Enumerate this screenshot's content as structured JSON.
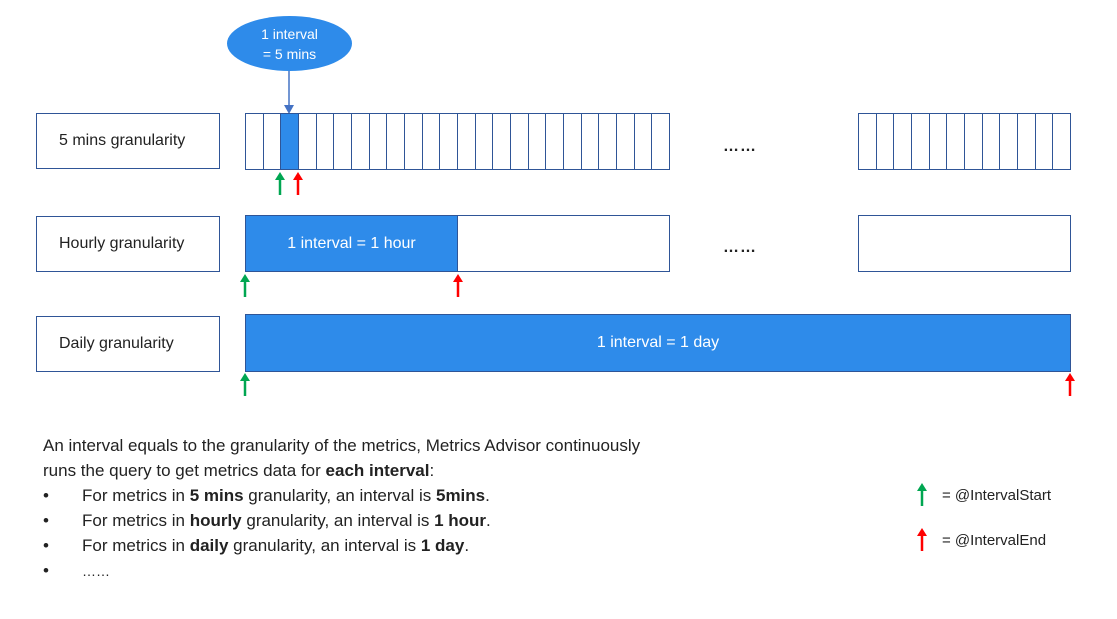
{
  "bubble": {
    "line1": "1 interval",
    "line2": "= 5 mins"
  },
  "rows": {
    "five_min": {
      "label": "5 mins granularity",
      "ellipsis": "……"
    },
    "hourly": {
      "label": "Hourly granularity",
      "fill_text": "1 interval = 1 hour",
      "ellipsis": "……"
    },
    "daily": {
      "label": "Daily granularity",
      "fill_text": "1 interval = 1 day"
    }
  },
  "description": {
    "line1": "An interval equals to the granularity of the metrics, Metrics Advisor continuously",
    "line2_pre": "runs the query to get metrics data for ",
    "line2_bold": "each interval",
    "line2_post": ":",
    "bullet_char": "•",
    "bullets": [
      {
        "pre": "For metrics in ",
        "b1": "5 mins",
        "mid": " granularity, an interval is ",
        "b2": "5mins",
        "post": "."
      },
      {
        "pre": "For metrics in ",
        "b1": "hourly",
        "mid": " granularity, an interval is ",
        "b2": "1 hour",
        "post": "."
      },
      {
        "pre": "For metrics in ",
        "b1": "daily",
        "mid": " granularity, an interval is ",
        "b2": "1 day",
        "post": "."
      }
    ],
    "last_bullet": "……"
  },
  "legend": {
    "start": "= @IntervalStart",
    "end": "= @IntervalEnd"
  },
  "colors": {
    "accent_blue": "#2e8bea",
    "border_blue": "#2f5597",
    "start_arrow": "#00a651",
    "end_arrow": "#ff0000"
  }
}
